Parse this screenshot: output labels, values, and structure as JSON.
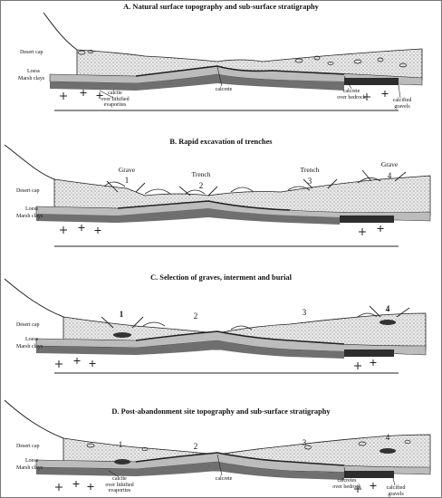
{
  "panels": [
    {
      "title": "A. Natural surface topography and sub-surface stratigraphy",
      "layers": [
        "Desert cap",
        "Loess",
        "Marsh clays"
      ],
      "annotations": [
        "calcite\nover lithified\nevaporites",
        "calcrete",
        "calcrete\nover bedrock",
        "calcified\ngravels"
      ]
    },
    {
      "title": "B. Rapid excavation of trenches",
      "layers": [
        "Desert cap",
        "Loess",
        "Marsh clays"
      ],
      "features": [
        "Grave",
        "1",
        "Trench",
        "2",
        "Trench",
        "3",
        "Grave",
        "4"
      ]
    },
    {
      "title": "C. Selection of graves, interment and burial",
      "layers": [
        "Desert cap",
        "Loess",
        "Marsh clays"
      ],
      "numbers": [
        "1",
        "2",
        "3",
        "4"
      ]
    },
    {
      "title": "D. Post-abandonment site topography and sub-surface stratigraphy",
      "layers": [
        "Desert cap",
        "Loess",
        "Marsh clays"
      ],
      "numbers": [
        "1",
        "2",
        "3",
        "4"
      ],
      "annotations": [
        "calcite\nover lithified\nevaporites",
        "calcrete",
        "calcretes\nover bedrock",
        "calcified\ngravels"
      ]
    }
  ],
  "colors": {
    "stipple": "#8a8a8a",
    "loess": "#b9b9b9",
    "marsh": "#6f6f6f",
    "calcrete": "#3a3a3a",
    "line": "#222222"
  }
}
